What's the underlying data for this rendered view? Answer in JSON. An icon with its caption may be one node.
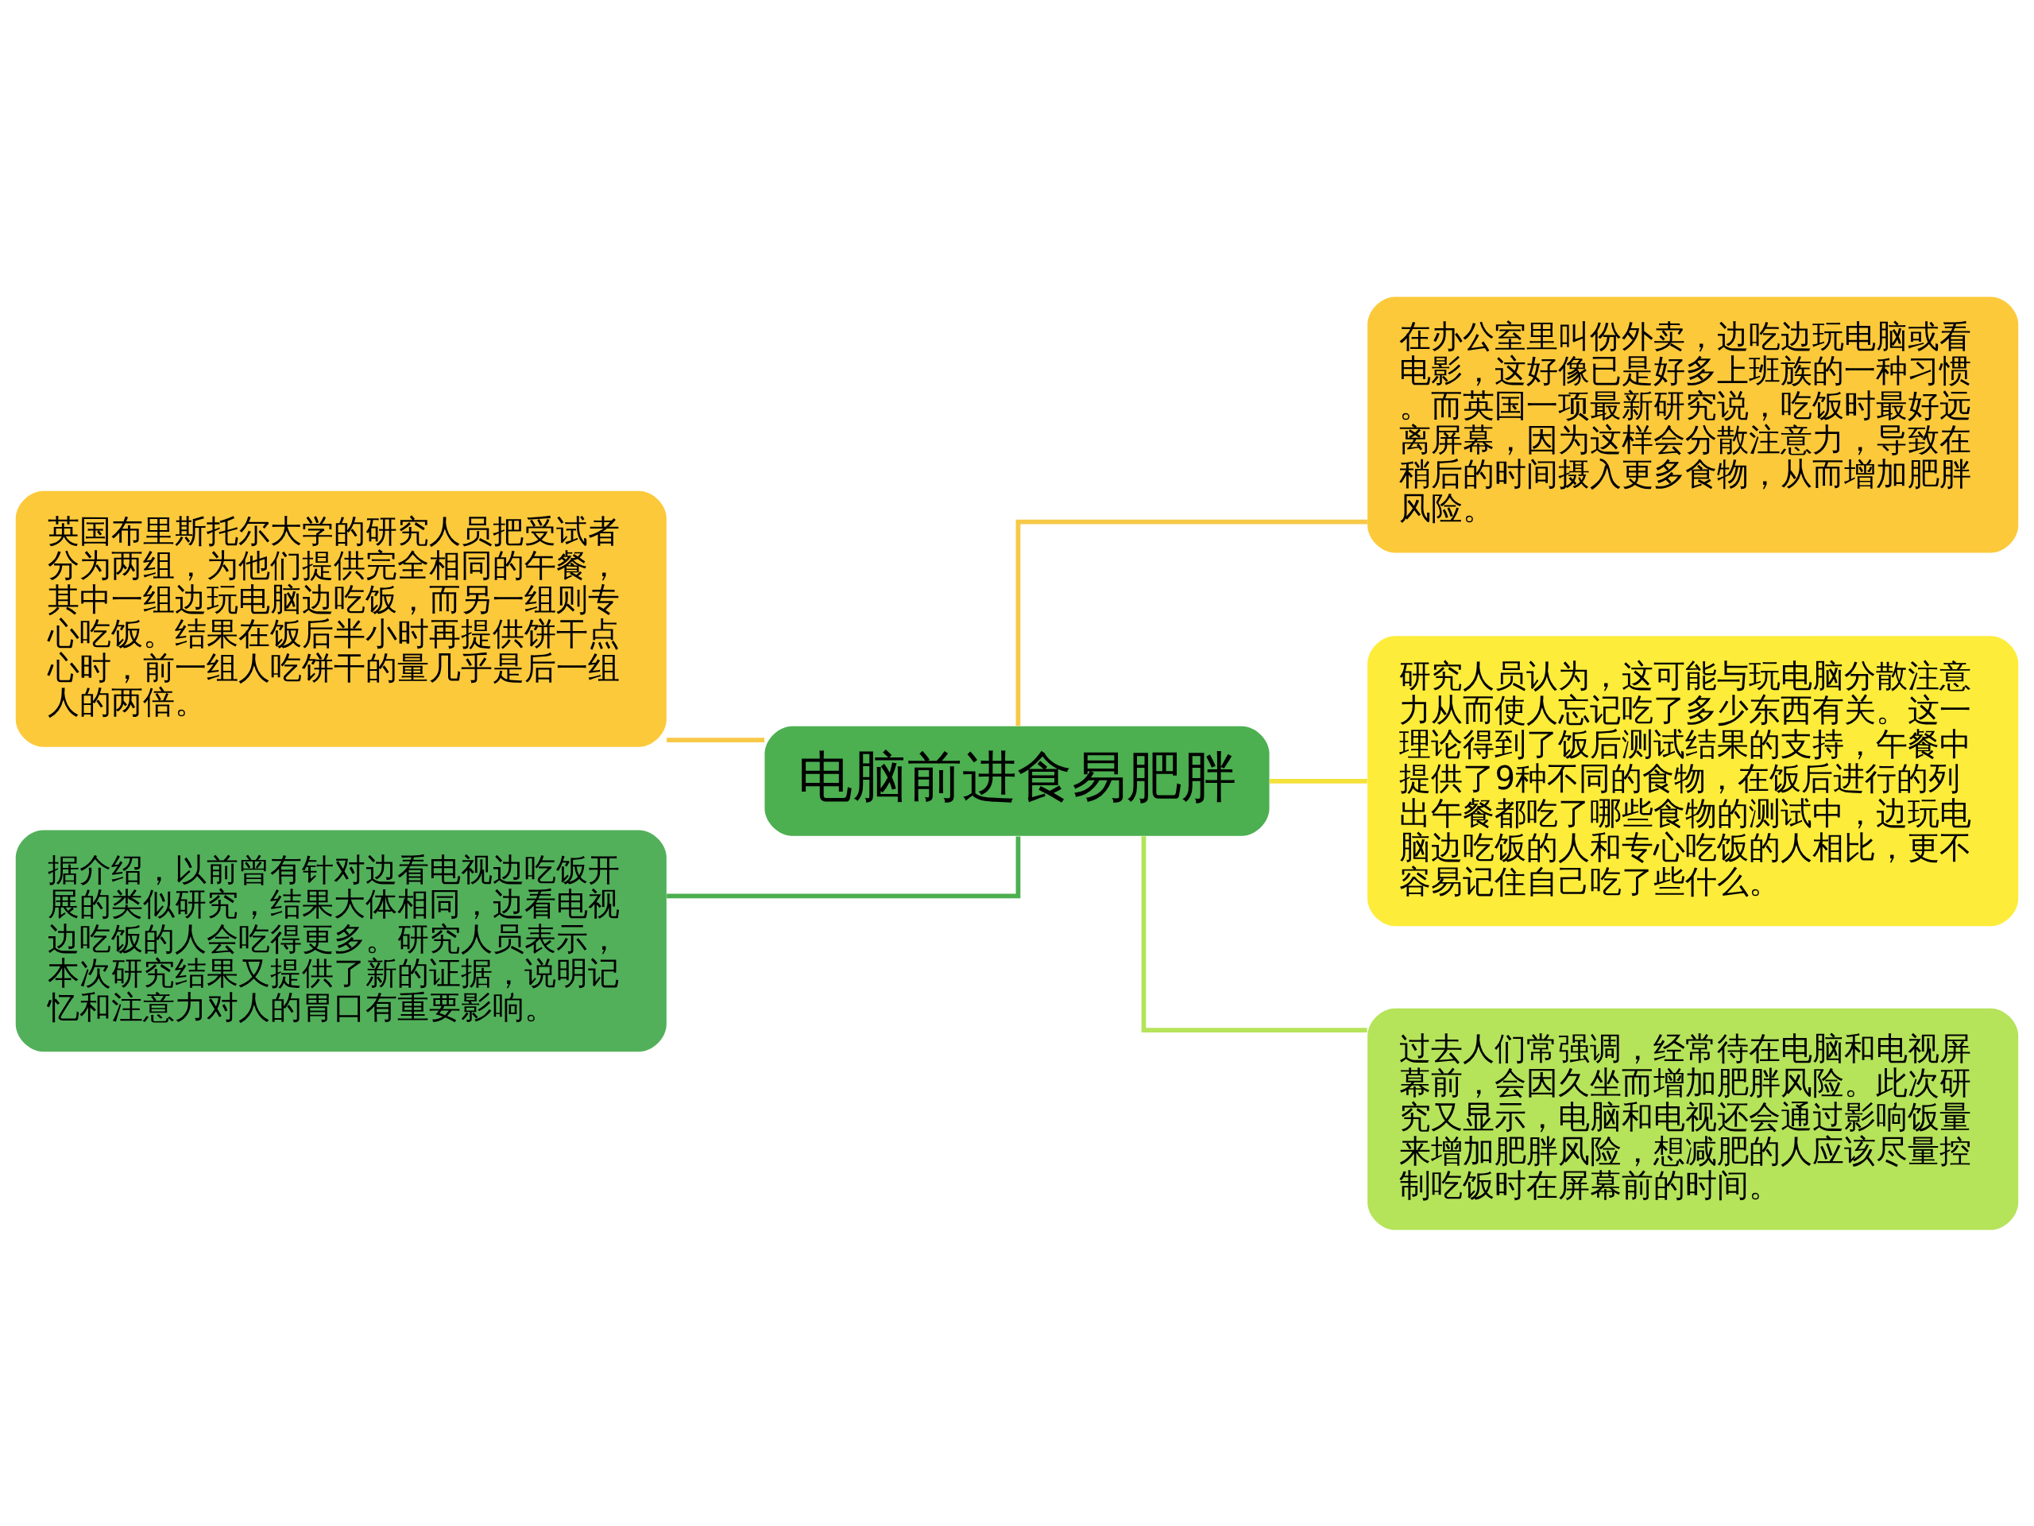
{
  "diagram": {
    "nodes": [
      {
        "text": [
          "电脑前进食易肥胖"
        ]
      },
      {
        "text": [
          "英国布里斯托尔大学的研究人员把受试者分为两组，为他们提供完全相同的午餐，其中一组边玩电脑边吃饭，而另一组则专心吃饭。结果在饭后半小时再提供饼干点心时，前一组人吃饼干的量几乎是后一组人的两倍。"
        ]
      },
      {
        "text": [
          "据介绍，以前曾有针对边看电视边吃饭开展的类似研究，结果大体相同，边看电视边吃饭的人会吃得更多。研究人员表示，本次研究结果又提供了新的证据，说明记忆和注意力对人的胃口有重要影响。"
        ]
      },
      {
        "text": [
          "在办公室里叫份外卖，边吃边玩电脑或看电影，这好像已是好多上班族的一种习惯。而英国一项最新研究说，吃饭时最好远离屏幕，因为这样会分散注意力，导致在稍后的时间摄入更多食物，从而增加肥胖风险。"
        ]
      },
      {
        "text": [
          "研究人员认为，这可能与玩电脑分散注意力从而使人忘记吃了多少东西有关。这一理论得到了饭后测试结果的支持，午餐中提供了9种不同的食物，在饭后进行的列出午餐都吃了哪些食物的测试中，边玩电脑边吃饭的人和专心吃饭的人相比，更不容易记住自己吃了些什么。"
        ]
      },
      {
        "text": [
          "过去人们常强调，经常待在电脑和电视屏幕前，会因久坐而增加肥胖风险。此次研究又显示，电脑和电视还会通过影响饭量来增加肥胖风险，想减肥的人应该尽量控制吃饭时在屏幕前的时间。"
        ]
      }
    ],
    "edges": [
      {
        "from": 0,
        "to": 1,
        "arrow": "none",
        "color": "#f7c948"
      },
      {
        "from": 0,
        "to": 2,
        "arrow": "none",
        "color": "#4caf50"
      },
      {
        "from": 0,
        "to": 3,
        "arrow": "none",
        "color": "#f7c948"
      },
      {
        "from": 0,
        "to": 4,
        "arrow": "none",
        "color": "#f5e13a"
      },
      {
        "from": 0,
        "to": 5,
        "arrow": "none",
        "color": "#b5e35a"
      }
    ]
  }
}
